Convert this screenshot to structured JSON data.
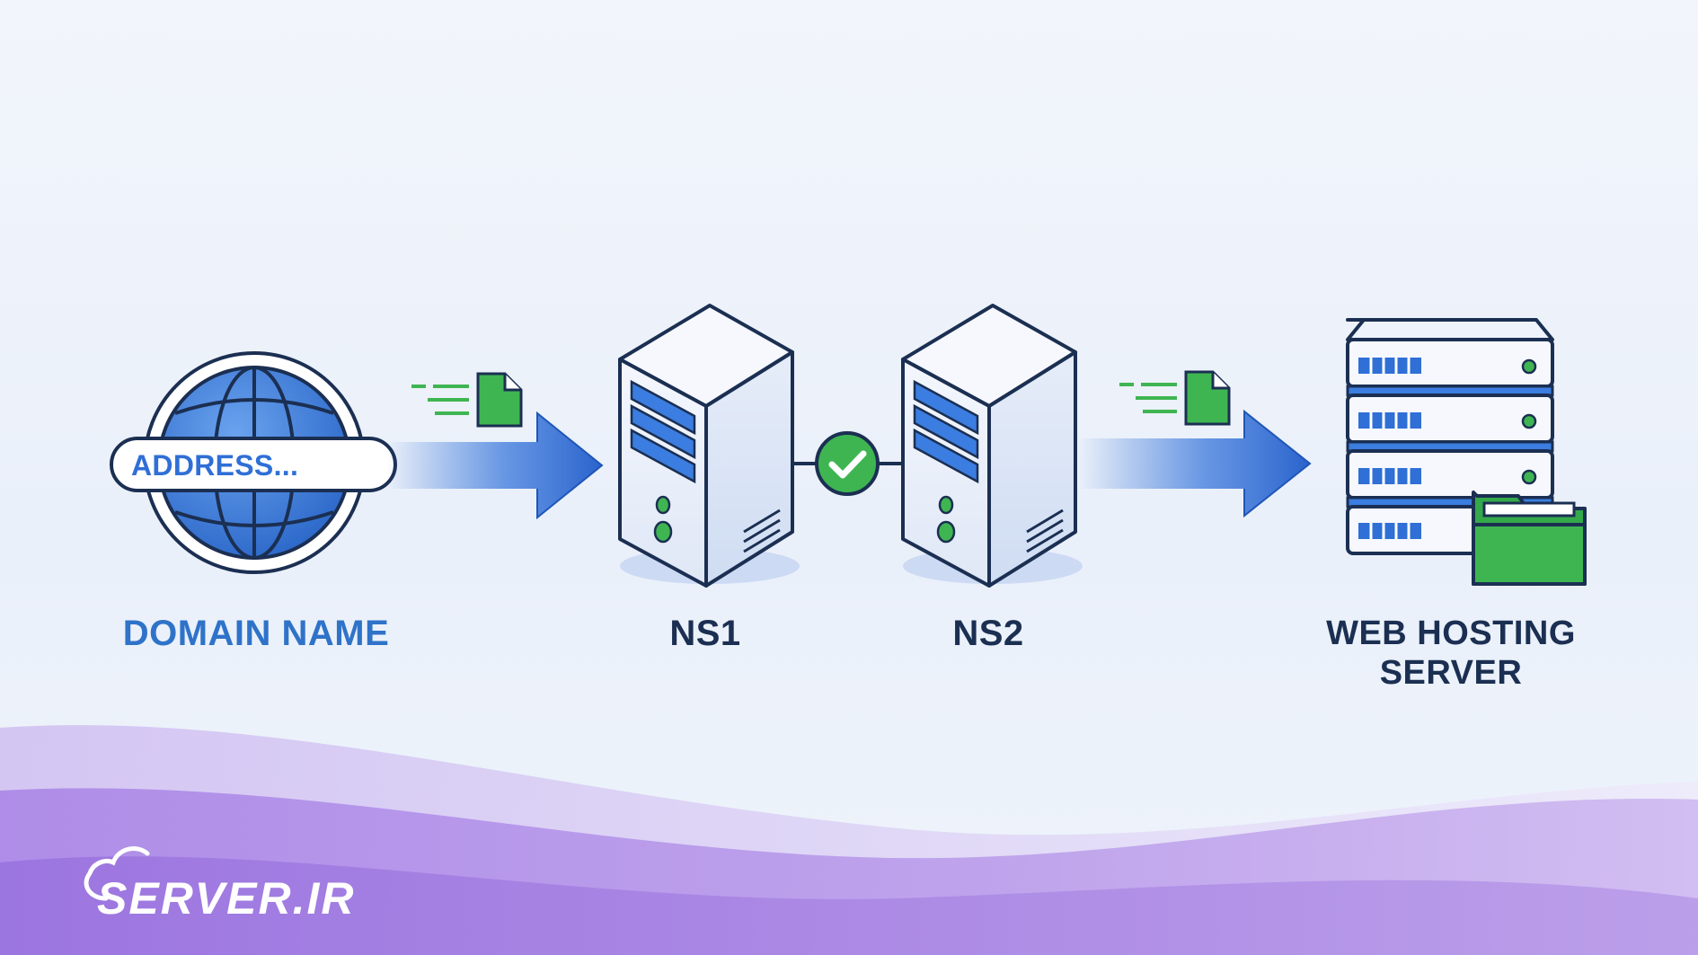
{
  "diagram": {
    "nodes": [
      {
        "id": "domain",
        "label": "DOMAIN NAME",
        "icon": "globe-icon"
      },
      {
        "id": "ns1",
        "label": "NS1",
        "icon": "server-tower-icon"
      },
      {
        "id": "ns2",
        "label": "NS2",
        "icon": "server-tower-icon"
      },
      {
        "id": "web",
        "label_lines": [
          "WEB HOSTING",
          "SERVER"
        ],
        "icon": "server-rack-icon"
      }
    ],
    "edges": [
      {
        "from": "domain",
        "to": "ns1",
        "style": "gradient-arrow",
        "decoration": "document-icon"
      },
      {
        "from": "ns1",
        "to": "ns2",
        "style": "line",
        "decoration": "check-icon"
      },
      {
        "from": "ns2",
        "to": "web",
        "style": "gradient-arrow",
        "decoration": "document-icon"
      }
    ],
    "address_bar_text": "ADDRESS..."
  },
  "labels": {
    "domain": "DOMAIN NAME",
    "ns1": "NS1",
    "ns2": "NS2",
    "web_line1": "WEB HOSTING",
    "web_line2": "SERVER"
  },
  "brand": {
    "text": "SERVER.IR"
  },
  "colors": {
    "accent_blue": "#2f6fd6",
    "dark_navy": "#1b2f52",
    "label_blue": "#2f73c9",
    "green": "#3fb552",
    "purple": "#a883e6",
    "background": "#eef3fb"
  }
}
